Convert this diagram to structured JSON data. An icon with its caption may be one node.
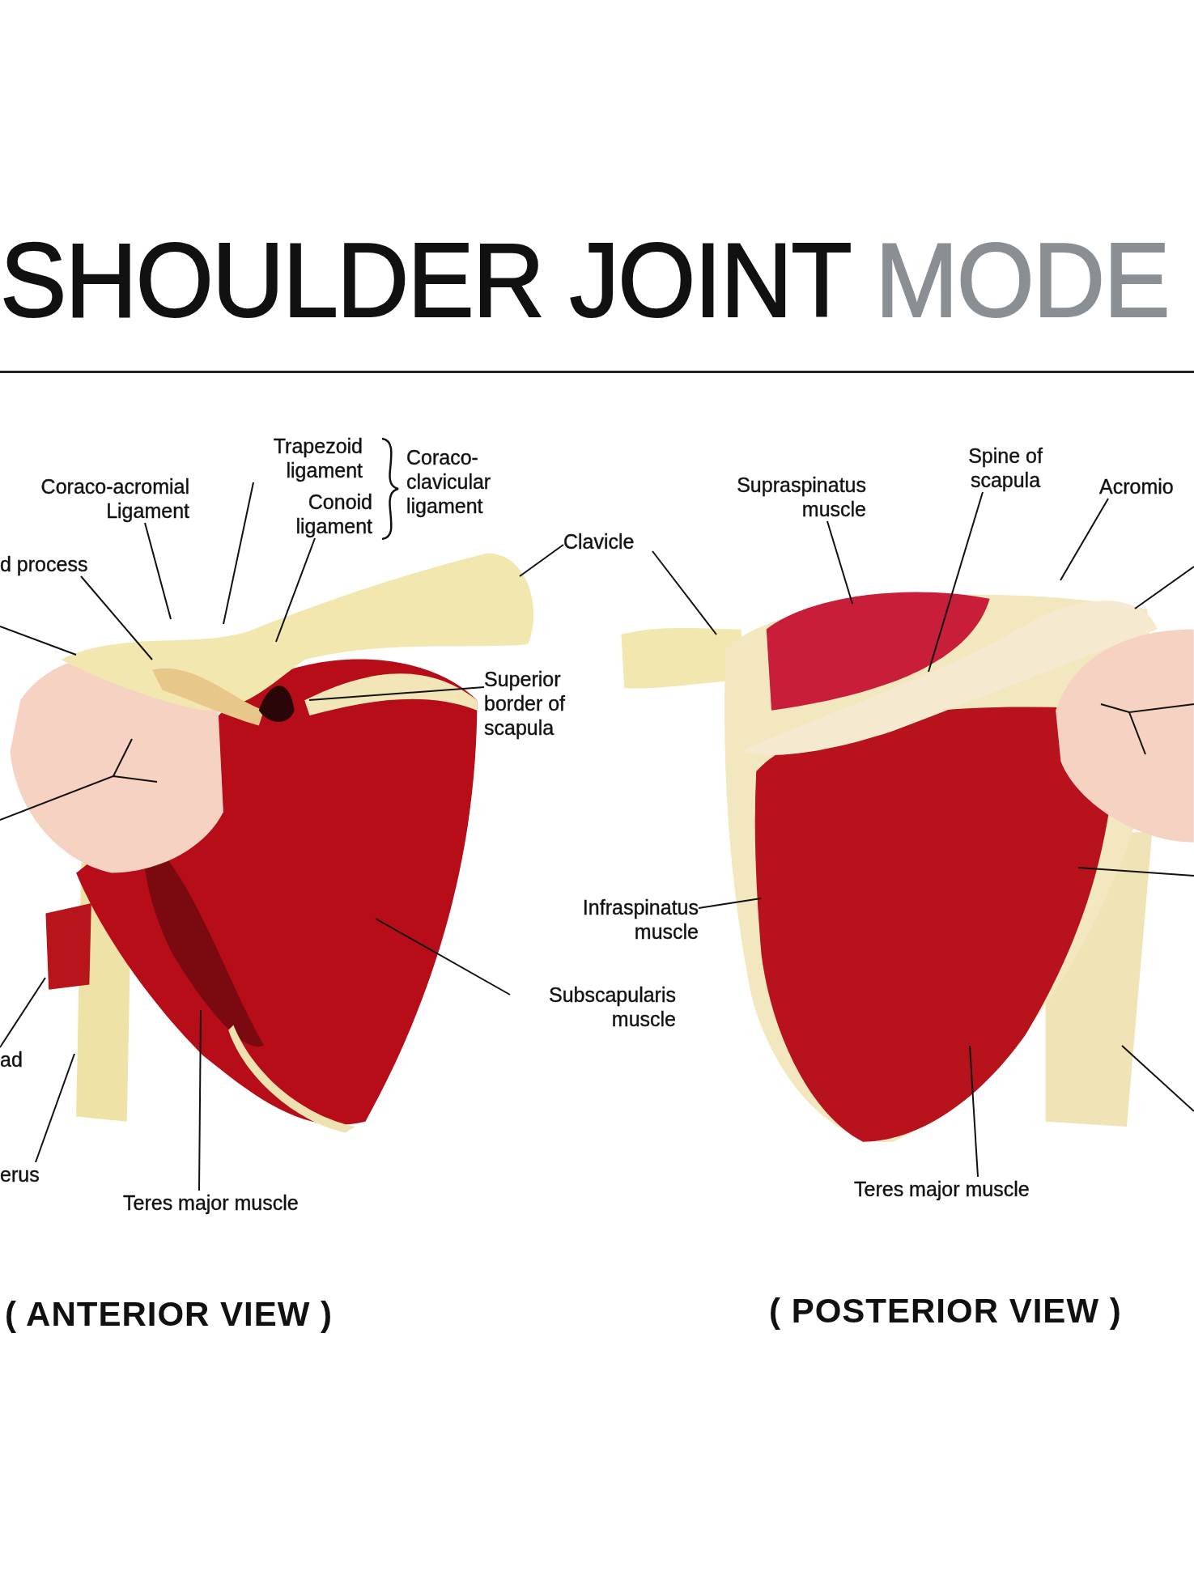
{
  "diagram": {
    "title": "SHOULDER JOINT MODE",
    "nodes": [
      {
        "text": [
          "Trapezoid ligament"
        ]
      },
      {
        "text": [
          "Conoid ligament"
        ]
      },
      {
        "text": [
          "Coraco- clavicular ligament"
        ]
      },
      {
        "text": [
          "Coraco-acromial Ligament"
        ]
      },
      {
        "text": [
          "d process"
        ]
      },
      {
        "text": [
          "Clavicle"
        ]
      },
      {
        "text": [
          "Superior border of scapula"
        ]
      },
      {
        "text": [
          "Subscapularis muscle"
        ]
      },
      {
        "text": [
          "Teres major muscle"
        ]
      },
      {
        "text": [
          "ad"
        ]
      },
      {
        "text": [
          "erus"
        ]
      },
      {
        "text": [
          "Supraspinatus muscle"
        ]
      },
      {
        "text": [
          "Spine of scapula"
        ]
      },
      {
        "text": [
          "Acromio"
        ]
      },
      {
        "text": [
          "Infraspinatus muscle"
        ]
      },
      {
        "text": [
          "Teres major muscle"
        ]
      }
    ],
    "edges": [
      {
        "from": 0,
        "to": null,
        "arrow": "none"
      },
      {
        "from": 1,
        "to": null,
        "arrow": "none"
      },
      {
        "from": 3,
        "to": null,
        "arrow": "none"
      },
      {
        "from": 4,
        "to": null,
        "arrow": "none"
      },
      {
        "from": 5,
        "to": null,
        "arrow": "none"
      },
      {
        "from": 5,
        "to": null,
        "arrow": "none"
      },
      {
        "from": 6,
        "to": null,
        "arrow": "none"
      },
      {
        "from": 7,
        "to": null,
        "arrow": "none"
      },
      {
        "from": 8,
        "to": null,
        "arrow": "none"
      },
      {
        "from": 10,
        "to": null,
        "arrow": "none"
      },
      {
        "from": 9,
        "to": null,
        "arrow": "none"
      },
      {
        "from": 11,
        "to": null,
        "arrow": "none"
      },
      {
        "from": 12,
        "to": null,
        "arrow": "none"
      },
      {
        "from": 13,
        "to": null,
        "arrow": "none"
      },
      {
        "from": 14,
        "to": null,
        "arrow": "none"
      },
      {
        "from": 15,
        "to": null,
        "arrow": "none"
      }
    ],
    "labels": [
      "( ANTERIOR VIEW )",
      "( POSTERIOR VIEW )"
    ]
  }
}
